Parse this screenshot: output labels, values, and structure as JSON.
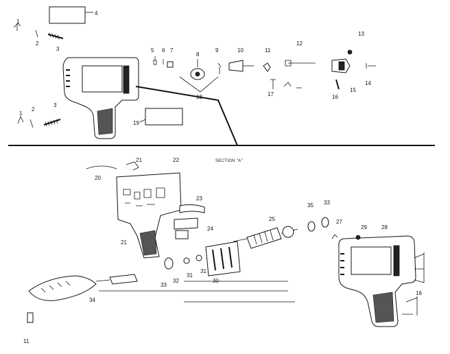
{
  "section_label": "SECTION \"A\"",
  "footer_mark": "11",
  "callouts": [
    {
      "id": "c4",
      "text": "4"
    },
    {
      "id": "c1a",
      "text": "1"
    },
    {
      "id": "c2a",
      "text": "2"
    },
    {
      "id": "c3a",
      "text": "3"
    },
    {
      "id": "c1b",
      "text": "1"
    },
    {
      "id": "c2b",
      "text": "2"
    },
    {
      "id": "c3b",
      "text": "3"
    },
    {
      "id": "c19",
      "text": "19"
    },
    {
      "id": "c5",
      "text": "5"
    },
    {
      "id": "c6",
      "text": "6"
    },
    {
      "id": "c7",
      "text": "7"
    },
    {
      "id": "c8",
      "text": "8"
    },
    {
      "id": "c9",
      "text": "9"
    },
    {
      "id": "c10",
      "text": "10"
    },
    {
      "id": "c11",
      "text": "11"
    },
    {
      "id": "c12",
      "text": "12"
    },
    {
      "id": "c13",
      "text": "13"
    },
    {
      "id": "c14",
      "text": "14"
    },
    {
      "id": "c15",
      "text": "15"
    },
    {
      "id": "c16a",
      "text": "16"
    },
    {
      "id": "c17",
      "text": "17"
    },
    {
      "id": "c18",
      "text": "18"
    },
    {
      "id": "c20",
      "text": "20"
    },
    {
      "id": "c21a",
      "text": "21"
    },
    {
      "id": "c22",
      "text": "22"
    },
    {
      "id": "c23",
      "text": "23"
    },
    {
      "id": "c24",
      "text": "24"
    },
    {
      "id": "c21b",
      "text": "21"
    },
    {
      "id": "c25",
      "text": "25"
    },
    {
      "id": "c35a",
      "text": "35"
    },
    {
      "id": "c33a",
      "text": "33"
    },
    {
      "id": "c27",
      "text": "27"
    },
    {
      "id": "c29",
      "text": "29"
    },
    {
      "id": "c28",
      "text": "28"
    },
    {
      "id": "c16b",
      "text": "16"
    },
    {
      "id": "c30",
      "text": "30"
    },
    {
      "id": "c31a",
      "text": "31"
    },
    {
      "id": "c31b",
      "text": "31"
    },
    {
      "id": "c32",
      "text": "32"
    },
    {
      "id": "c33b",
      "text": "33"
    },
    {
      "id": "c34",
      "text": "34"
    }
  ]
}
